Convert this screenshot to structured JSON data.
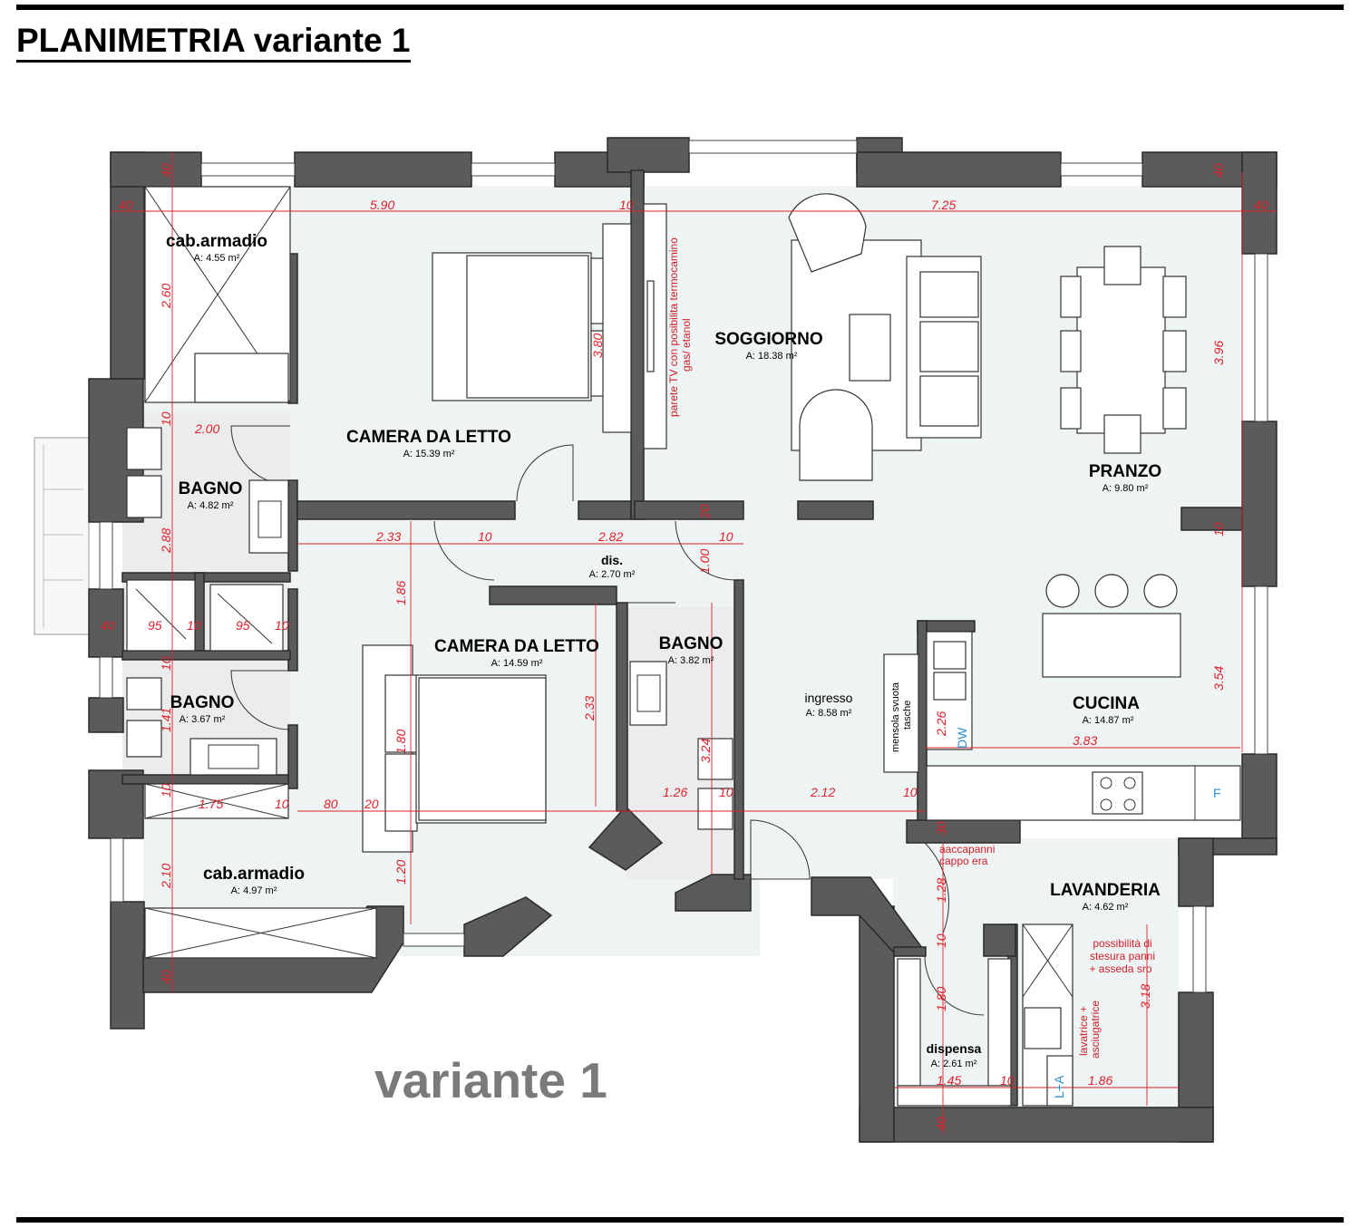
{
  "title": "PLANIMETRIA variante 1",
  "caption": "variante 1",
  "rooms": [
    {
      "key": "cab1",
      "name": "cab.armadio",
      "area": "A: 4.55 m²"
    },
    {
      "key": "camera1",
      "name": "CAMERA DA LETTO",
      "area": "A: 15.39 m²"
    },
    {
      "key": "soggiorno",
      "name": "SOGGIORNO",
      "area": "A: 18.38 m²"
    },
    {
      "key": "pranzo",
      "name": "PRANZO",
      "area": "A: 9.80 m²"
    },
    {
      "key": "bagno1",
      "name": "BAGNO",
      "area": "A: 4.82 m²"
    },
    {
      "key": "dis",
      "name": "dis.",
      "area": "A: 2.70 m²"
    },
    {
      "key": "camera2",
      "name": "CAMERA DA LETTO",
      "area": "A: 14.59 m²"
    },
    {
      "key": "bagno2",
      "name": "BAGNO",
      "area": "A: 3.82 m²"
    },
    {
      "key": "bagno3",
      "name": "BAGNO",
      "area": "A: 3.67 m²"
    },
    {
      "key": "ingresso",
      "name": "ingresso",
      "area": "A: 8.58 m²"
    },
    {
      "key": "cucina",
      "name": "CUCINA",
      "area": "A: 14.87 m²"
    },
    {
      "key": "cab2",
      "name": "cab.armadio",
      "area": "A: 4.97 m²"
    },
    {
      "key": "lavanderia",
      "name": "LAVANDERIA",
      "area": "A: 4.62 m²"
    },
    {
      "key": "dispensa",
      "name": "dispensa",
      "area": "A: 2.61 m²"
    }
  ],
  "notes": {
    "tv_wall_1": "parete TV con posibilita termocamino",
    "tv_wall_2": "gas/ etanol",
    "mensola_1": "mensola svuota",
    "mensola_2": "tasche",
    "appendiabiti_1": "aaccapanni",
    "appendiabiti_2": "cappo era",
    "stesura_1": "possibilità di",
    "stesura_2": "stesura panni",
    "stesura_3": "+ asseda sro",
    "lavatrice_1": "lavatrice +",
    "lavatrice_2": "asciugatrice"
  },
  "tags": {
    "dishwasher": "DW",
    "fridge": "F",
    "laundry": "L+A"
  },
  "dimensions": [
    "40",
    "40",
    "5.90",
    "10",
    "7.25",
    "40",
    "40",
    "2.60",
    "3.80",
    "3.96",
    "10",
    "2.00",
    "2.88",
    "2.33",
    "10",
    "2.82",
    "10",
    "20",
    "10",
    "1.00",
    "1.86",
    "40",
    "95",
    "10",
    "95",
    "10",
    "10",
    "1.41",
    "2.33",
    "1.80",
    "3.24",
    "10",
    "1.75",
    "10",
    "80",
    "20",
    "1.26",
    "10",
    "2.12",
    "10",
    "3.54",
    "2.26",
    "3.83",
    "30",
    "1.28",
    "2.10",
    "1.20",
    "10",
    "1.80",
    "40",
    "1.45",
    "10",
    "1.86",
    "3.18",
    "40"
  ]
}
